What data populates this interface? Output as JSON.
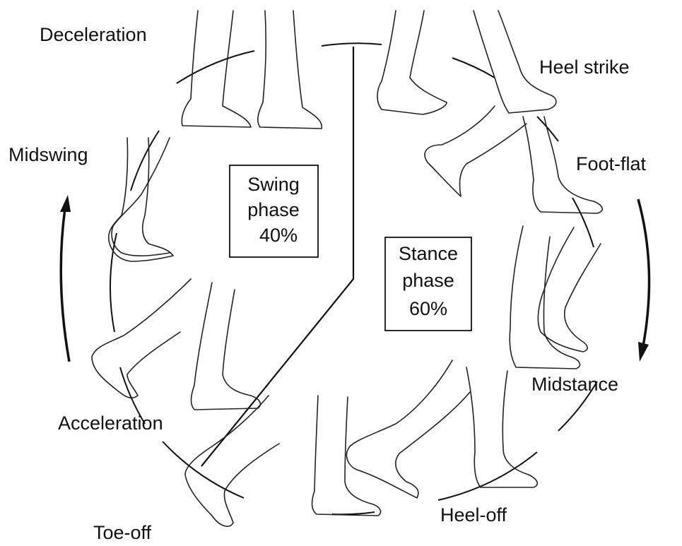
{
  "phases": {
    "swing": {
      "line1": "Swing",
      "line2": "phase",
      "percent": "40%"
    },
    "stance": {
      "line1": "Stance",
      "line2": "phase",
      "percent": "60%"
    }
  },
  "events": {
    "heel_strike": "Heel strike",
    "foot_flat": "Foot-flat",
    "midstance": "Midstance",
    "heel_off": "Heel-off",
    "toe_off": "Toe-off",
    "acceleration": "Acceleration",
    "midswing": "Midswing",
    "deceleration": "Deceleration"
  }
}
